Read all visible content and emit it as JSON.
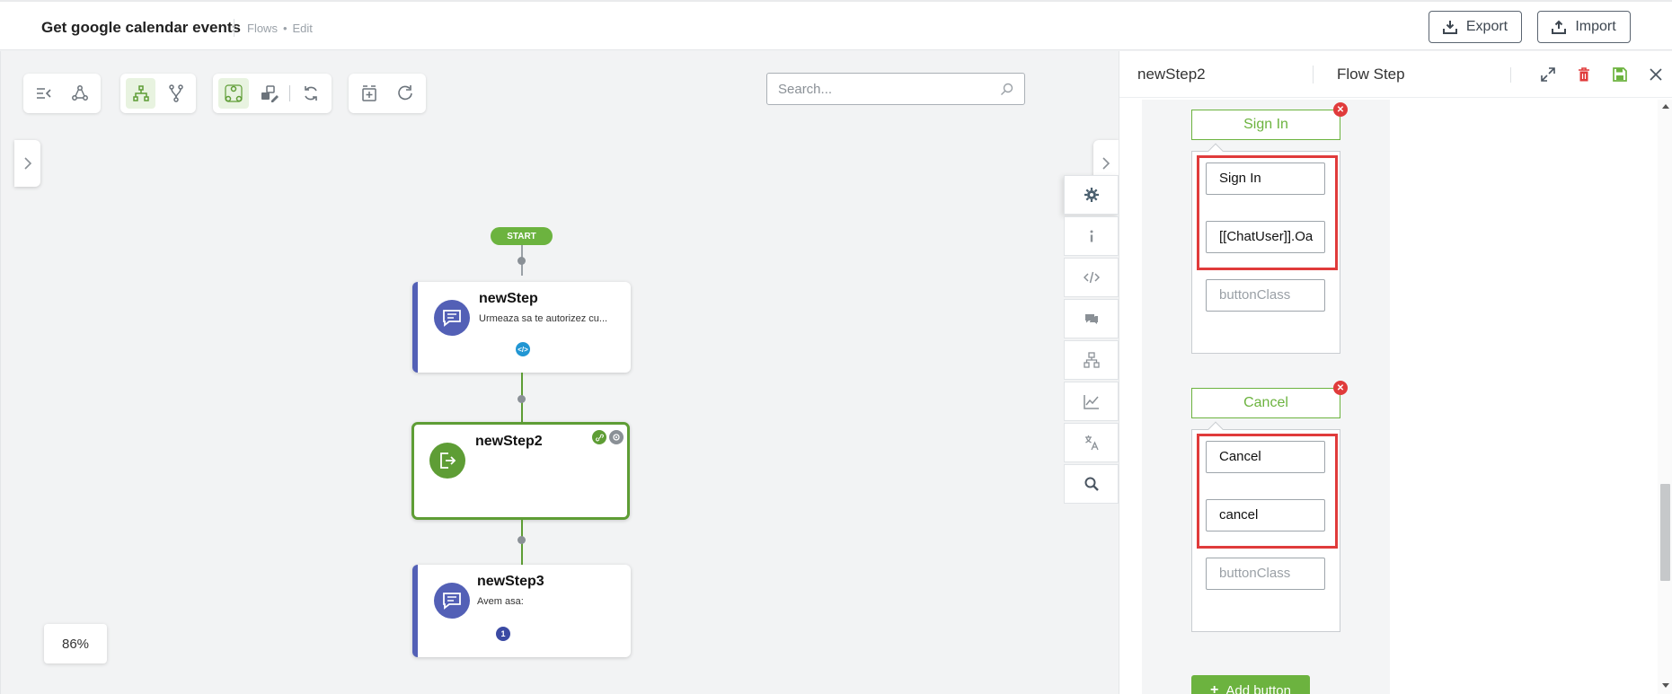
{
  "header": {
    "title": "Get google calendar events",
    "breadcrumb": [
      "Flows",
      "•",
      "Edit"
    ],
    "export_label": "Export",
    "import_label": "Import"
  },
  "canvas": {
    "search_placeholder": "Search...",
    "zoom": "86%",
    "start_label": "START",
    "nodes": [
      {
        "title": "newStep",
        "subtitle": "Urmeaza sa te autorizez cu...",
        "badge": "</>"
      },
      {
        "title": "newStep2",
        "subtitle": "",
        "badge": ""
      },
      {
        "title": "newStep3",
        "subtitle": "Avem asa:",
        "badge": "1"
      }
    ]
  },
  "panel": {
    "step_name": "newStep2",
    "step_type": "Flow Step",
    "buttons": [
      {
        "label": "Sign In",
        "fields": [
          "Sign In",
          "[[ChatUser]].Oa",
          "buttonClass"
        ]
      },
      {
        "label": "Cancel",
        "fields": [
          "Cancel",
          "cancel",
          "buttonClass"
        ]
      }
    ],
    "add_button_label": "Add button"
  },
  "colors": {
    "accent_green": "#6cb33f",
    "node_blue": "#5360b6",
    "highlight_red": "#e03b3b"
  }
}
